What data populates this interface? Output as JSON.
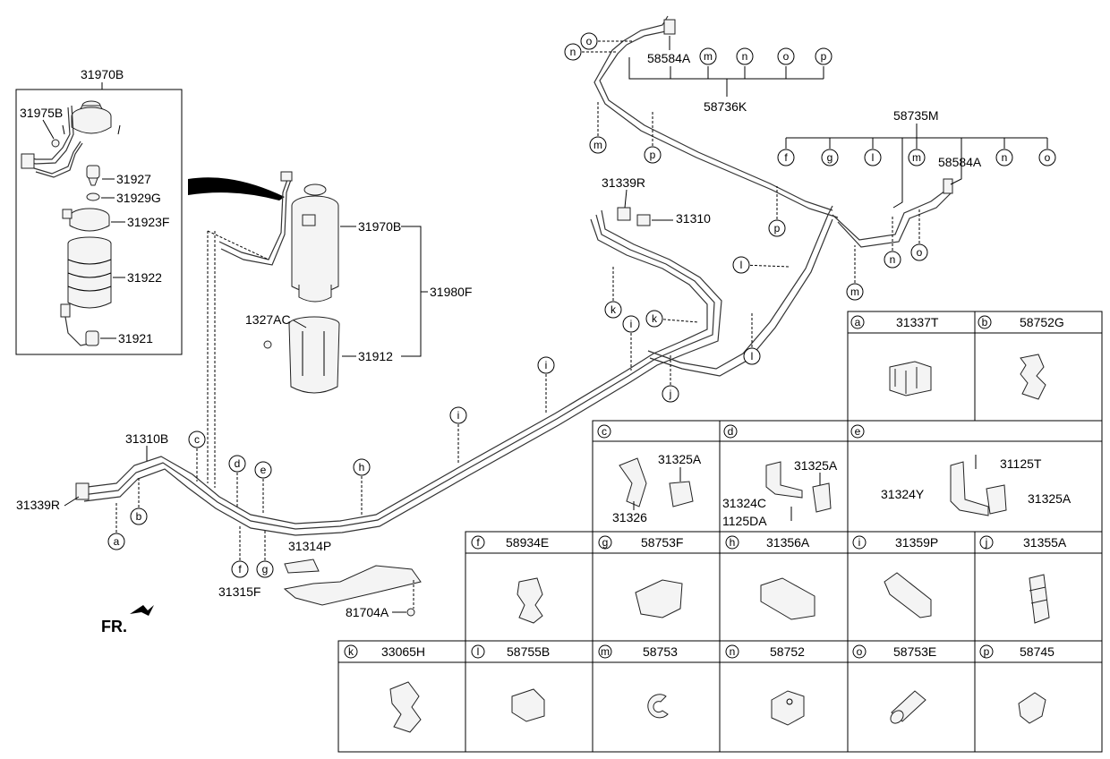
{
  "assembly": {
    "filter_box_title": "31970B",
    "filter_box_items": [
      "31975B",
      "31927",
      "31929G",
      "31923F",
      "31922",
      "31921"
    ],
    "center_labels": {
      "filter": "31970B",
      "assembly": "31980F",
      "bracket": "31912",
      "bolt": "1327AC"
    },
    "hose_labels": {
      "left_hose": "31310B",
      "left_end": "31339R",
      "right_end": "31339R",
      "right_hose": "31310",
      "shield_a": "31314P",
      "shield_b": "31315F",
      "nut": "81704A",
      "fr": "FR."
    },
    "top_right": {
      "conn_a": "58584A",
      "group_a": "58736K",
      "group_b": "58735M",
      "conn_b": "58584A",
      "group_a_letters": [
        "m",
        "n",
        "o",
        "p"
      ],
      "group_b_letters": [
        "f",
        "g",
        "l",
        "m",
        "n",
        "o"
      ]
    },
    "callouts": {
      "a": "a",
      "b": "b",
      "c": "c",
      "d": "d",
      "e": "e",
      "f": "f",
      "g": "g",
      "h": "h",
      "i1": "i",
      "i2": "i",
      "i3": "i",
      "j": "j",
      "k1": "k",
      "k2": "k",
      "l1": "l",
      "l2": "l",
      "m1": "m",
      "m2": "m",
      "n1": "n",
      "n2": "n",
      "o1": "o",
      "o2": "o",
      "p1": "p",
      "p2": "p"
    }
  },
  "parts_table": {
    "row1": [
      {
        "letter": "a",
        "code": "31337T"
      },
      {
        "letter": "b",
        "code": "58752G"
      }
    ],
    "row2": [
      {
        "letter": "c",
        "labels": [
          "31325A",
          "31326"
        ]
      },
      {
        "letter": "d",
        "labels": [
          "31325A",
          "31324C",
          "1125DA"
        ]
      },
      {
        "letter": "e",
        "labels": [
          "31125T",
          "31324Y",
          "31325A"
        ]
      }
    ],
    "row3": [
      {
        "letter": "f",
        "code": "58934E"
      },
      {
        "letter": "g",
        "code": "58753F"
      },
      {
        "letter": "h",
        "code": "31356A"
      },
      {
        "letter": "i",
        "code": "31359P"
      },
      {
        "letter": "j",
        "code": "31355A"
      }
    ],
    "row4": [
      {
        "letter": "k",
        "code": "33065H"
      },
      {
        "letter": "l",
        "code": "58755B"
      },
      {
        "letter": "m",
        "code": "58753"
      },
      {
        "letter": "n",
        "code": "58752"
      },
      {
        "letter": "o",
        "code": "58753E"
      },
      {
        "letter": "p",
        "code": "58745"
      }
    ]
  }
}
